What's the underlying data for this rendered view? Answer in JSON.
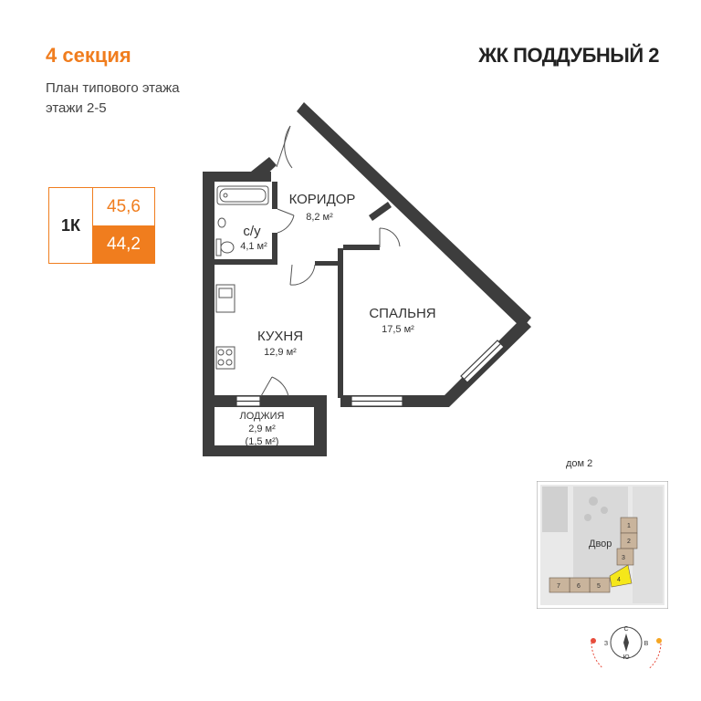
{
  "header": {
    "section": "4 секция",
    "plan_title": "План типового этажа",
    "floors": "этажи 2-5",
    "complex_name": "ЖК ПОДДУБНЫЙ 2"
  },
  "apartment": {
    "type": "1К",
    "total_area": "45,6",
    "living_area": "44,2"
  },
  "rooms": {
    "corridor": {
      "name": "КОРИДОР",
      "area": "8,2 м²"
    },
    "bathroom": {
      "name": "с/у",
      "area": "4,1 м²"
    },
    "bedroom": {
      "name": "СПАЛЬНЯ",
      "area": "17,5 м²"
    },
    "kitchen": {
      "name": "КУХНЯ",
      "area": "12,9 м²"
    },
    "loggia": {
      "name": "ЛОДЖИЯ",
      "area": "2,9 м²",
      "reduced_area": "(1,5 м²)"
    }
  },
  "minimap": {
    "house_label": "дом 2",
    "yard_label": "Двор",
    "sections": [
      "1",
      "2",
      "3",
      "4",
      "5",
      "6",
      "7"
    ],
    "highlighted_section": "4",
    "highlight_color": "#f5e71a"
  },
  "compass": {
    "north": "С",
    "south": "Ю",
    "east": "В",
    "west": "З"
  },
  "colors": {
    "accent": "#f07d1e",
    "wall": "#3d3d3d"
  }
}
